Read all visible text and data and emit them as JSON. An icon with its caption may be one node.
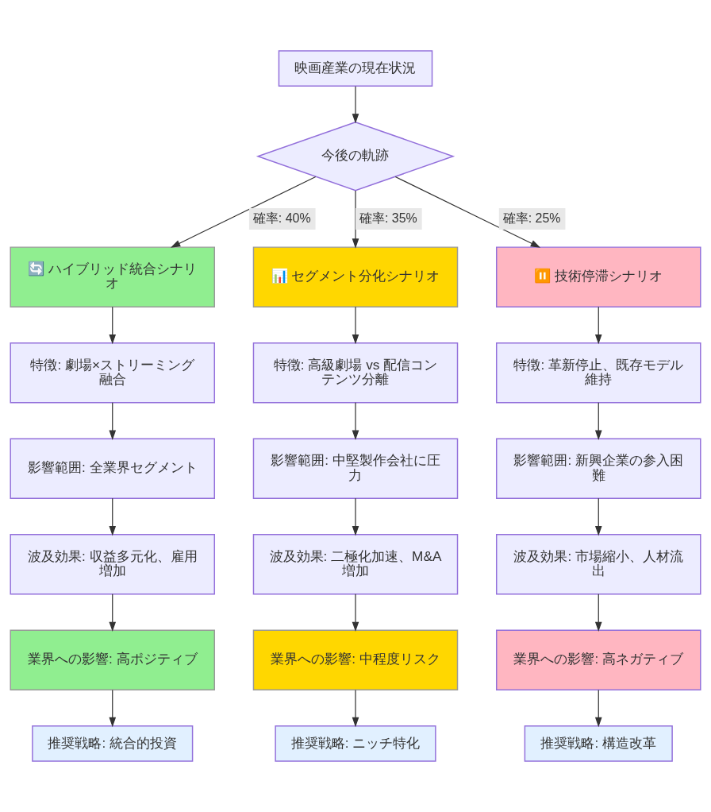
{
  "diagram": {
    "nodes": [
      {
        "text": [
          "映画産業の現在状況"
        ]
      },
      {
        "text": [
          "今後の軌跡"
        ]
      },
      {
        "text": [
          "🔄 ハイブリッド統合シナリオ"
        ]
      },
      {
        "text": [
          "📊 セグメント分化シナリオ"
        ]
      },
      {
        "text": [
          "⏸️ 技術停滞シナリオ"
        ]
      },
      {
        "text": [
          "特徴: 劇場×ストリーミング融合"
        ]
      },
      {
        "text": [
          "特徴: 高級劇場 vs 配信コンテンツ分離"
        ]
      },
      {
        "text": [
          "特徴: 革新停止、既存モデル維持"
        ]
      },
      {
        "text": [
          "影響範囲: 全業界セグメント"
        ]
      },
      {
        "text": [
          "影響範囲: 中堅製作会社に圧力"
        ]
      },
      {
        "text": [
          "影響範囲: 新興企業の参入困難"
        ]
      },
      {
        "text": [
          "波及効果: 収益多元化、雇用増加"
        ]
      },
      {
        "text": [
          "波及効果: 二極化加速、M&A増加"
        ]
      },
      {
        "text": [
          "波及効果: 市場縮小、人材流出"
        ]
      },
      {
        "text": [
          "業界への影響: 高ポジティブ"
        ]
      },
      {
        "text": [
          "業界への影響: 中程度リスク"
        ]
      },
      {
        "text": [
          "業界への影響: 高ネガティブ"
        ]
      },
      {
        "text": [
          "推奨戦略: 統合的投資"
        ]
      },
      {
        "text": [
          "推奨戦略: ニッチ特化"
        ]
      },
      {
        "text": [
          "推奨戦略: 構造改革"
        ]
      }
    ],
    "edges": [
      {
        "from": 0,
        "to": 1,
        "arrow": "to"
      },
      {
        "from": 1,
        "to": 2,
        "arrow": "to",
        "label": "確率: 40%"
      },
      {
        "from": 1,
        "to": 3,
        "arrow": "to",
        "label": "確率: 35%"
      },
      {
        "from": 1,
        "to": 4,
        "arrow": "to",
        "label": "確率: 25%"
      },
      {
        "from": 2,
        "to": 5,
        "arrow": "to"
      },
      {
        "from": 3,
        "to": 6,
        "arrow": "to"
      },
      {
        "from": 4,
        "to": 7,
        "arrow": "to"
      },
      {
        "from": 5,
        "to": 8,
        "arrow": "to"
      },
      {
        "from": 6,
        "to": 9,
        "arrow": "to"
      },
      {
        "from": 7,
        "to": 10,
        "arrow": "to"
      },
      {
        "from": 8,
        "to": 11,
        "arrow": "to"
      },
      {
        "from": 9,
        "to": 12,
        "arrow": "to"
      },
      {
        "from": 10,
        "to": 13,
        "arrow": "to"
      },
      {
        "from": 11,
        "to": 14,
        "arrow": "to"
      },
      {
        "from": 12,
        "to": 15,
        "arrow": "to"
      },
      {
        "from": 13,
        "to": 16,
        "arrow": "to"
      },
      {
        "from": 14,
        "to": 17,
        "arrow": "to"
      },
      {
        "from": 15,
        "to": 18,
        "arrow": "to"
      },
      {
        "from": 16,
        "to": 19,
        "arrow": "to"
      }
    ]
  }
}
